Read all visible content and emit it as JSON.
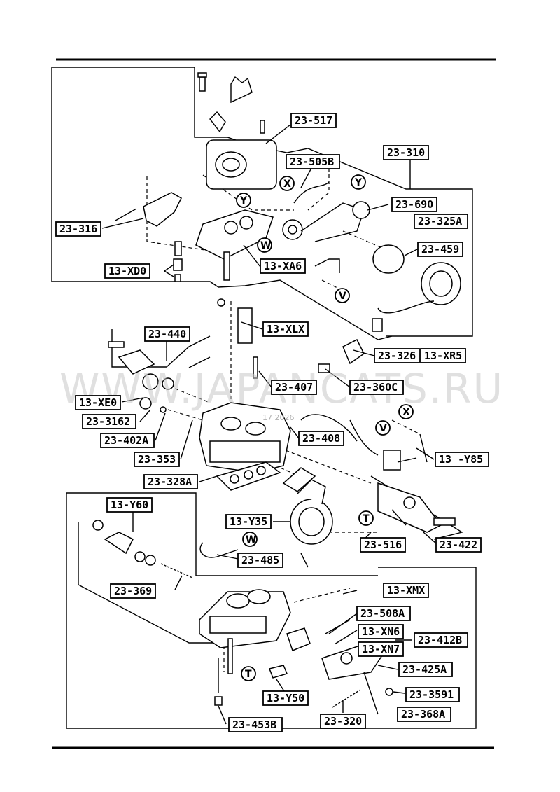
{
  "labels": [
    {
      "id": "23-517",
      "text": "23-517"
    },
    {
      "id": "23-310",
      "text": "23-310"
    },
    {
      "id": "23-505B",
      "text": "23-505B"
    },
    {
      "id": "23-690",
      "text": "23-690"
    },
    {
      "id": "23-325A",
      "text": "23-325A"
    },
    {
      "id": "23-459",
      "text": "23-459"
    },
    {
      "id": "23-316",
      "text": "23-316"
    },
    {
      "id": "13-XA6",
      "text": "13-XA6"
    },
    {
      "id": "13-XD0",
      "text": "13-XD0"
    },
    {
      "id": "13-XLX",
      "text": "13-XLX"
    },
    {
      "id": "23-440",
      "text": "23-440"
    },
    {
      "id": "23-326",
      "text": "23-326"
    },
    {
      "id": "13-XR5",
      "text": "13-XR5"
    },
    {
      "id": "23-360C",
      "text": "23-360C"
    },
    {
      "id": "23-407",
      "text": "23-407"
    },
    {
      "id": "13-XE0",
      "text": "13-XE0"
    },
    {
      "id": "23-3162",
      "text": "23-3162"
    },
    {
      "id": "23-402A",
      "text": "23-402A"
    },
    {
      "id": "23-408",
      "text": "23-408"
    },
    {
      "id": "23-353",
      "text": "23-353"
    },
    {
      "id": "13-Y85",
      "text": "13 -Y85"
    },
    {
      "id": "23-328A",
      "text": "23-328A"
    },
    {
      "id": "13-Y60",
      "text": "13-Y60"
    },
    {
      "id": "13-Y35",
      "text": "13-Y35"
    },
    {
      "id": "23-516",
      "text": "23-516"
    },
    {
      "id": "23-422",
      "text": "23-422"
    },
    {
      "id": "23-485",
      "text": "23-485"
    },
    {
      "id": "23-369",
      "text": "23-369"
    },
    {
      "id": "13-XMX",
      "text": "13-XMX"
    },
    {
      "id": "23-508A",
      "text": "23-508A"
    },
    {
      "id": "13-XN6",
      "text": "13-XN6"
    },
    {
      "id": "13-XN7",
      "text": "13-XN7"
    },
    {
      "id": "23-412B",
      "text": "23-412B"
    },
    {
      "id": "23-425A",
      "text": "23-425A"
    },
    {
      "id": "23-3591",
      "text": "23-3591"
    },
    {
      "id": "13-Y50",
      "text": "13-Y50"
    },
    {
      "id": "23-368A",
      "text": "23-368A"
    },
    {
      "id": "23-453B",
      "text": "23-453B"
    },
    {
      "id": "23-320",
      "text": "23-320"
    }
  ],
  "callouts": {
    "x1": "X",
    "y1": "Y",
    "y2": "Y",
    "w1": "W",
    "v1": "V",
    "x2": "X",
    "v2": "V",
    "t1": "T",
    "w2": "W",
    "t2": "T"
  },
  "watermark": {
    "text": "WWW.JAPANCATS.RU",
    "small": "17 2026"
  },
  "colors": {
    "ink": "#000000",
    "paper": "#ffffff",
    "watermark": "#c8c8c8"
  }
}
